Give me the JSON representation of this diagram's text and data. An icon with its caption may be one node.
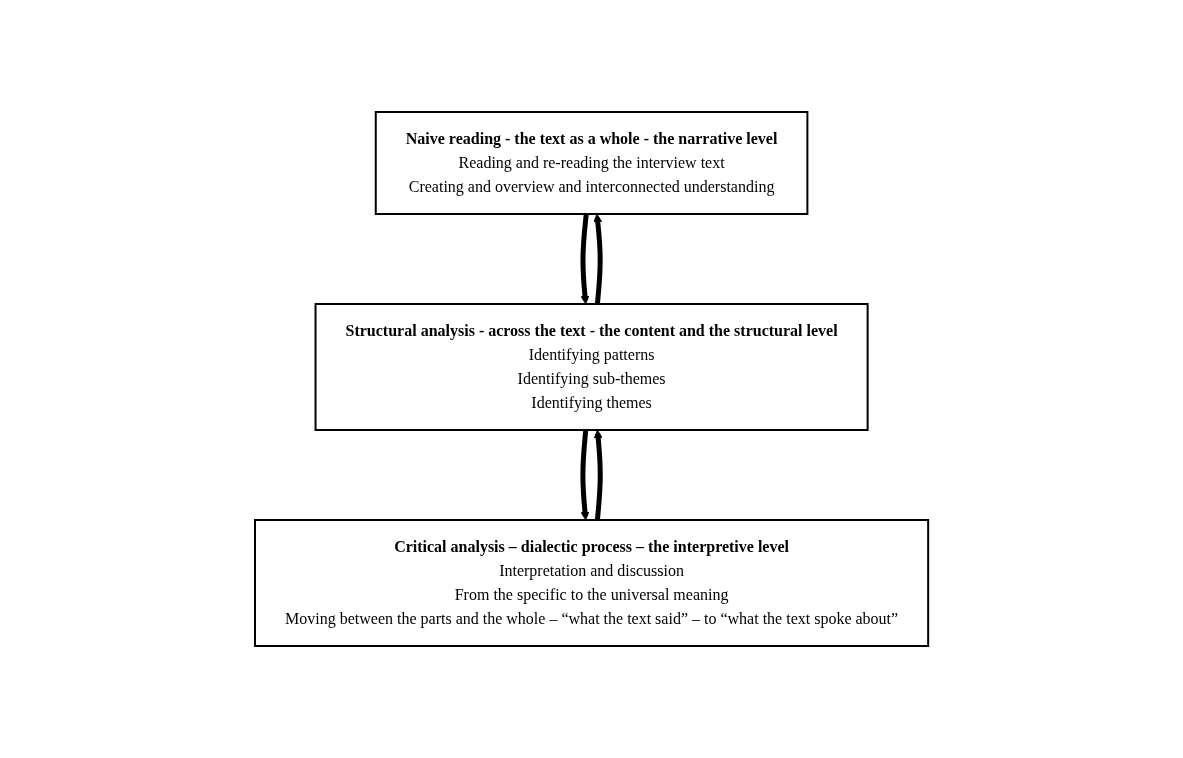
{
  "diagram": {
    "nodes": [
      {
        "text": [
          "Naive reading - the text as a whole - the narrative level",
          "Reading and re-reading the interview text",
          "Creating and overview and interconnected understanding"
        ]
      },
      {
        "text": [
          "Structural analysis - across the text - the content and the structural level",
          "Identifying patterns",
          "Identifying sub-themes",
          "Identifying themes"
        ]
      },
      {
        "text": [
          "Critical analysis – dialectic process – the interpretive level",
          "Interpretation and discussion",
          "From the specific to the universal meaning",
          "Moving between the parts and the whole – “what the text said” – to “what the text spoke about”"
        ]
      }
    ],
    "edges": [
      {
        "from": 0,
        "to": 1,
        "arrow": "to"
      },
      {
        "from": 1,
        "to": 0,
        "arrow": "to"
      },
      {
        "from": 1,
        "to": 2,
        "arrow": "to"
      },
      {
        "from": 2,
        "to": 1,
        "arrow": "to"
      }
    ]
  }
}
